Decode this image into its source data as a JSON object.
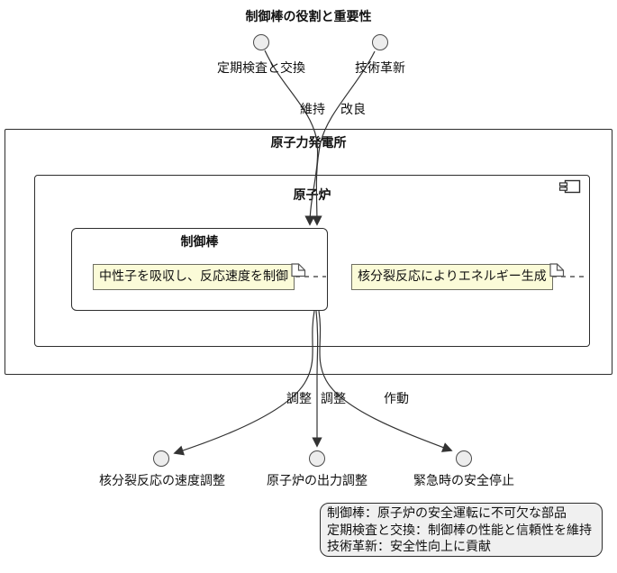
{
  "title": "制御棒の役割と重要性",
  "containers": {
    "plant": "原子力発電所",
    "reactor": "原子炉",
    "control_rod": "制御棒"
  },
  "interfaces": {
    "top": [
      {
        "label": "定期検査と交換"
      },
      {
        "label": "技術革新"
      }
    ],
    "bottom": [
      {
        "label": "核分裂反応の速度調整"
      },
      {
        "label": "原子炉の出力調整"
      },
      {
        "label": "緊急時の安全停止"
      }
    ]
  },
  "edge_labels": {
    "maintain": "維持",
    "improve": "改良",
    "adjust_left": "調整",
    "adjust_mid": "調整",
    "actuate": "作動"
  },
  "notes": {
    "control_rod": "中性子を吸収し、反応速度を制御",
    "reactor": "核分裂反応によりエネルギー生成"
  },
  "legend": {
    "lines": [
      "制御棒：原子炉の安全運転に不可欠な部品",
      "定期検査と交換：制御棒の性能と信頼性を維持",
      "技術革新：安全性向上に貢献"
    ]
  },
  "colors": {
    "line": "#333333",
    "box_border": "#2d2d2d",
    "note_fill": "#fbfbd8",
    "note_border": "#6f6f62",
    "circle_fill": "#ededed",
    "legend_fill": "#f0f0f0"
  }
}
